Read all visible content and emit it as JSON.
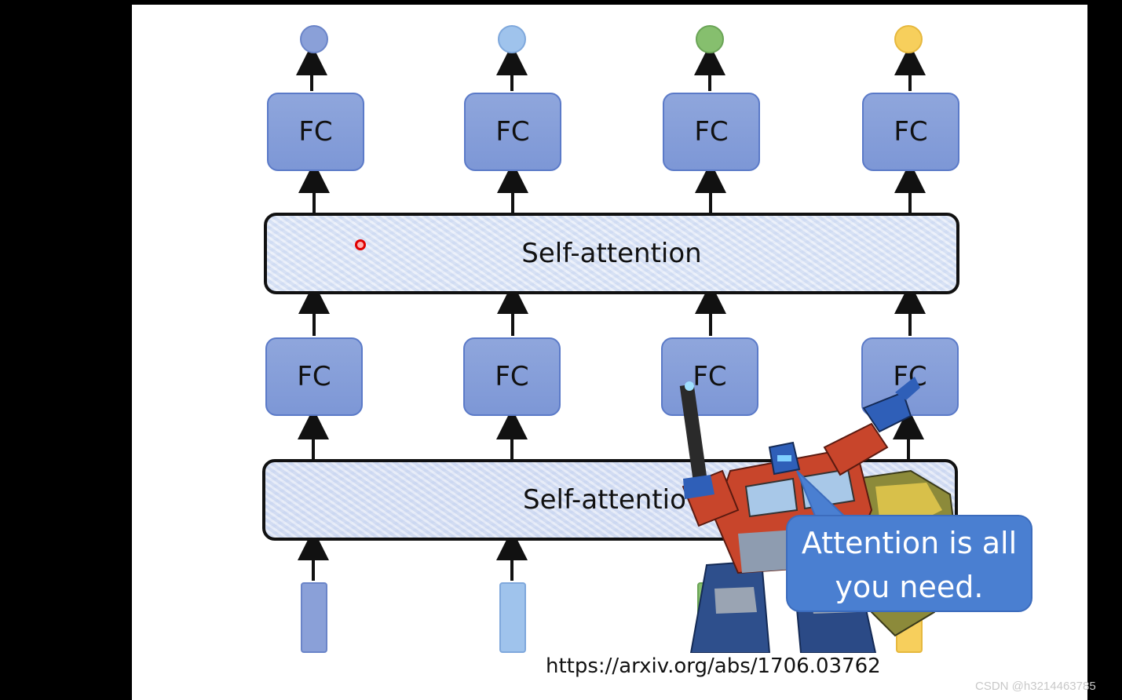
{
  "diagram": {
    "fc_label": "FC",
    "self_attention_label": "Self-attention",
    "self_attention_occluded_label": "Self-attentio",
    "bubble_line1": "Attention is all",
    "bubble_line2": "you need.",
    "url": "https://arxiv.org/abs/1706.03762",
    "watermark": "CSDN @h3214463785",
    "output_colors": [
      "#8aa0d8",
      "#9fc3ec",
      "#86bf6e",
      "#f7cf5c"
    ],
    "input_colors": [
      "#8aa0d8",
      "#9fc3ec",
      "#86bf6e",
      "#f7cf5c"
    ]
  },
  "colors": {
    "fc_fill": "#7d97d6",
    "fc_border": "#5b7ac8",
    "bubble_fill": "#4a7fd1"
  }
}
